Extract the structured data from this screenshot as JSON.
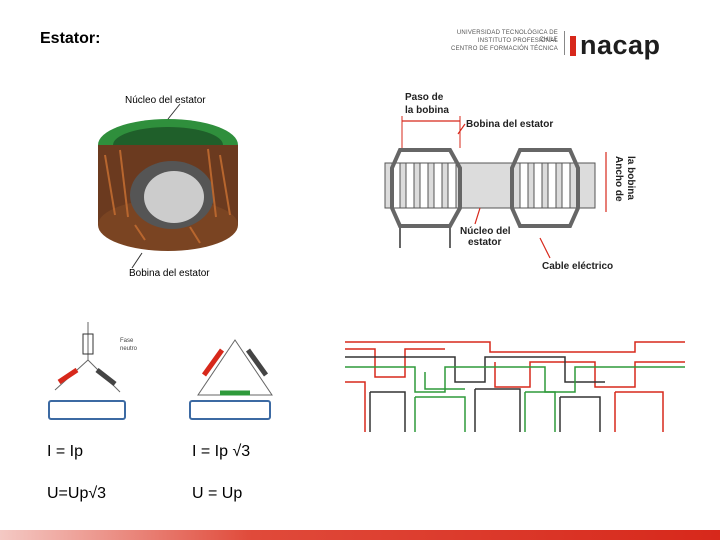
{
  "slide": {
    "title": "Estator:",
    "logo": {
      "line1": "UNIVERSIDAD TECNOLÓGICA DE CHILE",
      "line2": "INSTITUTO PROFESIONAL",
      "line3": "CENTRO DE FORMACIÓN TÉCNICA",
      "word": "nacap",
      "accent_color": "#d7281b"
    },
    "stator_photo": {
      "top_label": "Núcleo del estator",
      "bottom_label": "Bobina del estator"
    },
    "coil_diagram": {
      "pitch_label_1": "Paso de",
      "pitch_label_2": "la bobina",
      "coil_label": "Bobina del estator",
      "width_label_1": "Ancho de",
      "width_label_2": "la bobina",
      "core_label_1": "Núcleo del",
      "core_label_2": "estator",
      "cable_label": "Cable eléctrico"
    },
    "star_diagram": {
      "note_1": "Fase",
      "note_2": "neutro"
    },
    "formulas": {
      "star_current": "I = Ip",
      "delta_current": "I = Ip √3",
      "star_voltage": "U=Up√3",
      "delta_voltage": "U = Up"
    }
  }
}
